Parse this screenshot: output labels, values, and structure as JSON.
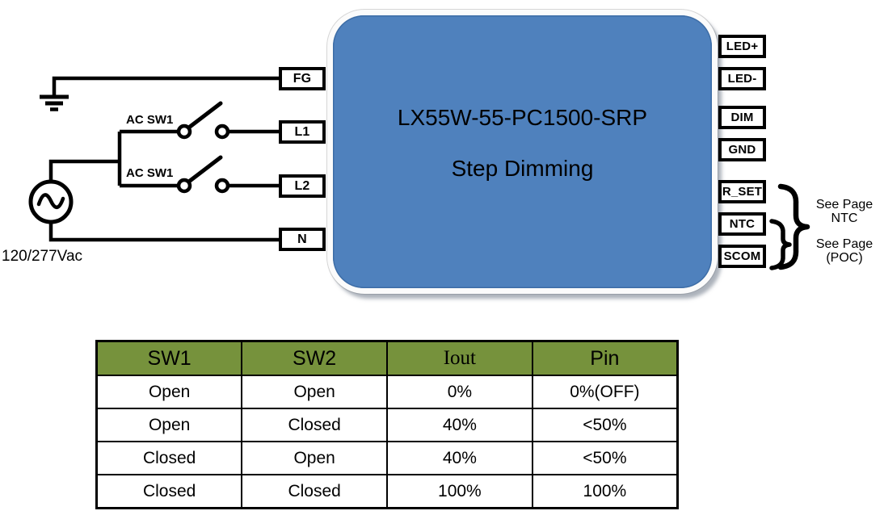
{
  "diagram": {
    "source_voltage": "120/277Vac",
    "switches": [
      {
        "label": "AC SW1"
      },
      {
        "label": "AC SW1"
      }
    ],
    "driver": {
      "model": "LX55W-55-PC1500-SRP",
      "mode": "Step Dimming",
      "fill_color": "#4F81BD"
    },
    "left_terminals": [
      "FG",
      "L1",
      "L2",
      "N"
    ],
    "right_terminals": [
      "LED+",
      "LED-",
      "DIM",
      "GND",
      "R_SET",
      "NTC",
      "SCOM"
    ],
    "notes": [
      {
        "line1": "See Page",
        "line2": "NTC"
      },
      {
        "line1": "See Page",
        "line2": "(POC)"
      }
    ]
  },
  "dimming_table": {
    "header_bg": "#76923C",
    "headers": [
      "SW1",
      "SW2",
      "Iout",
      "Pin"
    ],
    "rows": [
      [
        "Open",
        "Open",
        "0%",
        "0%(OFF)"
      ],
      [
        "Open",
        "Closed",
        "40%",
        "<50%"
      ],
      [
        "Closed",
        "Open",
        "40%",
        "<50%"
      ],
      [
        "Closed",
        "Closed",
        "100%",
        "100%"
      ]
    ]
  }
}
